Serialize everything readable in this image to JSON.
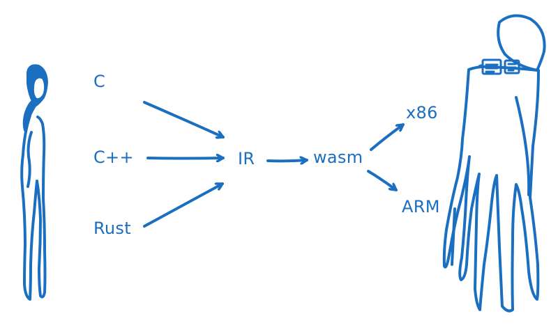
{
  "colors": {
    "ink": "#1a6fc0",
    "background": "#ffffff"
  },
  "sources": [
    {
      "label": "C",
      "icon": "arrow-right-icon"
    },
    {
      "label": "C++",
      "icon": "arrow-right-icon"
    },
    {
      "label": "Rust",
      "icon": "arrow-right-icon"
    }
  ],
  "intermediate": {
    "label": "IR"
  },
  "compiled": {
    "label": "wasm"
  },
  "targets": [
    {
      "label": "x86"
    },
    {
      "label": "ARM"
    }
  ],
  "figures": {
    "developer": "person-icon",
    "host_machine": "robot-icon"
  }
}
